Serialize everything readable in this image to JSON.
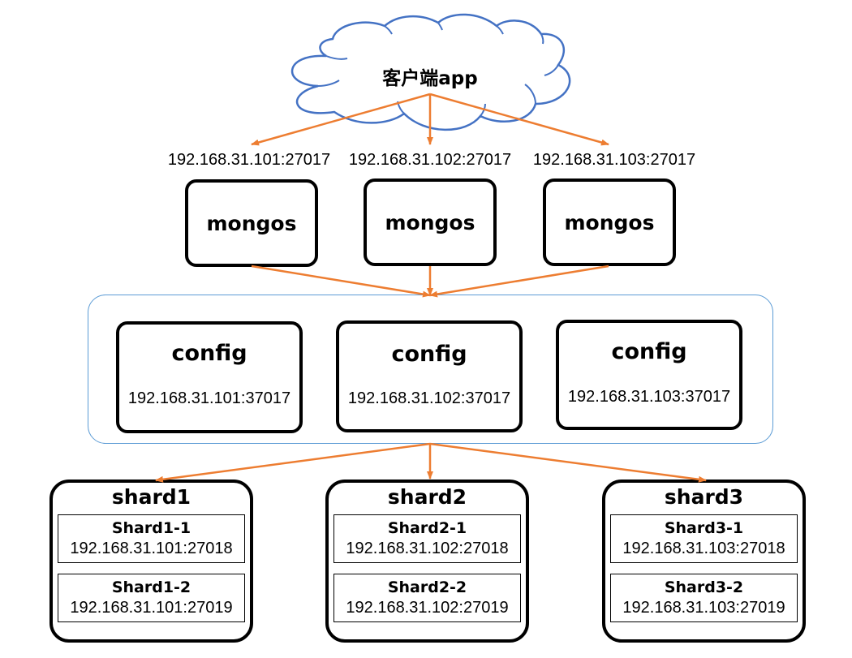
{
  "client": {
    "label": "客户端app"
  },
  "mongos": [
    {
      "label": "mongos",
      "address": "192.168.31.101:27017"
    },
    {
      "label": "mongos",
      "address": "192.168.31.102:27017"
    },
    {
      "label": "mongos",
      "address": "192.168.31.103:27017"
    }
  ],
  "config": [
    {
      "label": "config",
      "address": "192.168.31.101:37017"
    },
    {
      "label": "config",
      "address": "192.168.31.102:37017"
    },
    {
      "label": "config",
      "address": "192.168.31.103:37017"
    }
  ],
  "shards": [
    {
      "title": "shard1",
      "replicas": [
        {
          "name": "Shard1-1",
          "address": "192.168.31.101:27018"
        },
        {
          "name": "Shard1-2",
          "address": "192.168.31.101:27019"
        }
      ]
    },
    {
      "title": "shard2",
      "replicas": [
        {
          "name": "Shard2-1",
          "address": "192.168.31.102:27018"
        },
        {
          "name": "Shard2-2",
          "address": "192.168.31.102:27019"
        }
      ]
    },
    {
      "title": "shard3",
      "replicas": [
        {
          "name": "Shard3-1",
          "address": "192.168.31.103:27018"
        },
        {
          "name": "Shard3-2",
          "address": "192.168.31.103:27019"
        }
      ]
    }
  ],
  "colors": {
    "connector": "#ed7d31",
    "cloud_outline": "#4472c4",
    "group_outline": "#5b9bd5",
    "box_border": "#000000"
  }
}
